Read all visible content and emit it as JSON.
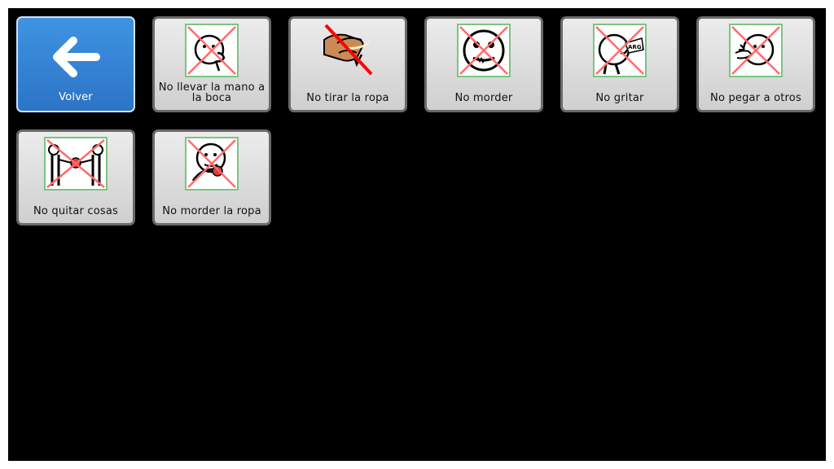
{
  "board": {
    "back_button": {
      "label": "Volver",
      "icon": "arrow-left-icon"
    },
    "tiles": [
      {
        "label": "No llevar la mano a la boca",
        "icon": "hand-to-mouth-icon"
      },
      {
        "label": "No tirar la ropa",
        "icon": "pulling-clothes-icon"
      },
      {
        "label": "No morder",
        "icon": "biting-face-icon"
      },
      {
        "label": "No gritar",
        "icon": "shouting-icon",
        "badge": "ARG!"
      },
      {
        "label": "No pegar a otros",
        "icon": "hitting-icon"
      },
      {
        "label": "No quitar cosas",
        "icon": "taking-things-icon"
      },
      {
        "label": "No morder la ropa",
        "icon": "biting-clothes-icon"
      }
    ]
  },
  "colors": {
    "back_button": "#2f80d1",
    "tile_bg": "#dcdcdc",
    "prohibit_cross": "#ff6b6b",
    "prohibit_slash": "#ff0000",
    "pict_border": "#7cc47e"
  }
}
